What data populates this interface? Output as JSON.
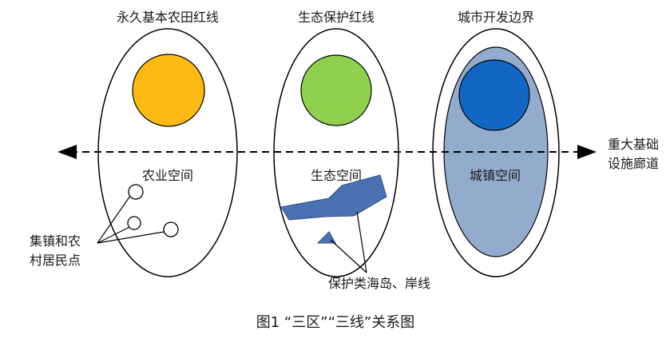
{
  "figure": {
    "caption": "图1 “三区”“三线”关系图"
  },
  "zones": [
    {
      "top_label": "永久基本农田红线",
      "space_label": "农业空间",
      "circle_color": "#FDBA12"
    },
    {
      "top_label": "生态保护红线",
      "space_label": "生态空间",
      "circle_color": "#8FD14F"
    },
    {
      "top_label": "城市开发边界",
      "space_label": "城镇空间",
      "circle_color": "#1266C4",
      "inner_fill": "#93ACCE"
    }
  ],
  "corridor": {
    "label_line1": "重大基础",
    "label_line2": "设施廊道"
  },
  "annotations": {
    "settlements_line1": "集镇和农",
    "settlements_line2": "村居民点",
    "islands": "保护类海岛、岸线",
    "island_color": "#4A72B2"
  }
}
